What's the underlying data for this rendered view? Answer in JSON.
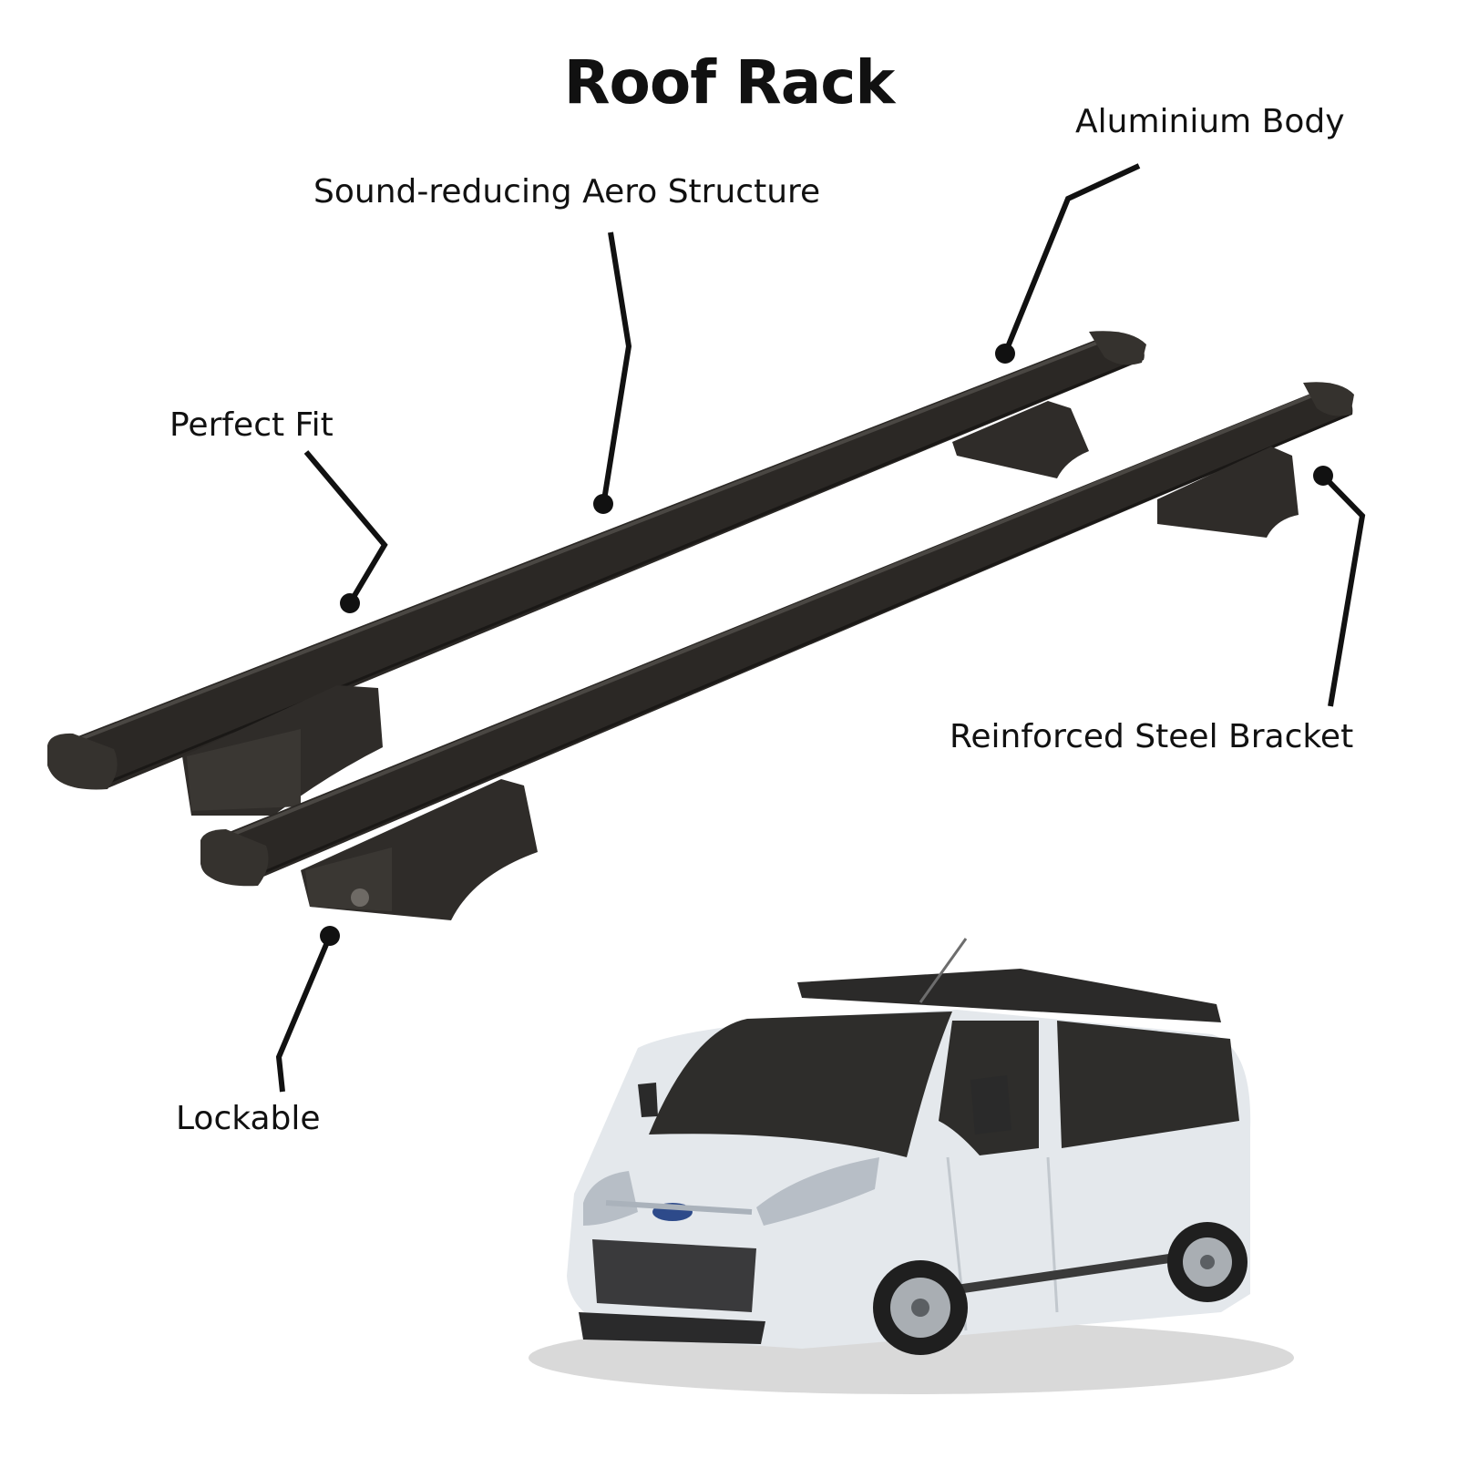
{
  "title": "Roof Rack",
  "features": {
    "aero": "Sound-reducing Aero Structure",
    "aluminium": "Aluminium Body",
    "fit": "Perfect Fit",
    "steel": "Reinforced Steel Bracket",
    "lockable": "Lockable"
  },
  "colors": {
    "bar": "#2b2825",
    "leader": "#111111",
    "van_body": "#e4e8ec",
    "glass": "#2e2d2b"
  }
}
